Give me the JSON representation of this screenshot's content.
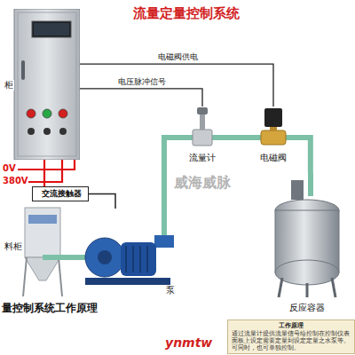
{
  "diagram": {
    "title": "流量定量控制系统",
    "caption": "量控制系统工作原理",
    "nodes": [
      {
        "text": [
          "柜"
        ]
      },
      {
        "text": [
          "流量计"
        ]
      },
      {
        "text": [
          "电磁阀"
        ]
      },
      {
        "text": [
          "交流接触器"
        ]
      },
      {
        "text": [
          "料柜"
        ]
      },
      {
        "text": [
          "泵"
        ]
      },
      {
        "text": [
          "反应容器"
        ]
      },
      {
        "text": [
          "工作原理",
          "通过流量计提供流量信号给控制在控制仪表面板上设定需要定量到设定定量之水泵等。可同时，也可单独控制。"
        ]
      }
    ],
    "edges": [
      {
        "from": 0,
        "to": 2,
        "label": "电磁阀供电",
        "arrow": "none"
      },
      {
        "from": 1,
        "to": 0,
        "label": "电压脉冲信号",
        "arrow": "none"
      },
      {
        "from": 0,
        "to": 3,
        "arrow": "none"
      },
      {
        "from": 3,
        "to": 5,
        "arrow": "none"
      },
      {
        "from": 4,
        "to": 5,
        "arrow": "none"
      },
      {
        "from": 5,
        "to": 1,
        "arrow": "none"
      },
      {
        "from": 1,
        "to": 2,
        "arrow": "none"
      },
      {
        "from": 2,
        "to": 6,
        "arrow": "none"
      }
    ],
    "labels": [
      "0V",
      "380V",
      "威海威脉",
      "ynmtw"
    ]
  }
}
